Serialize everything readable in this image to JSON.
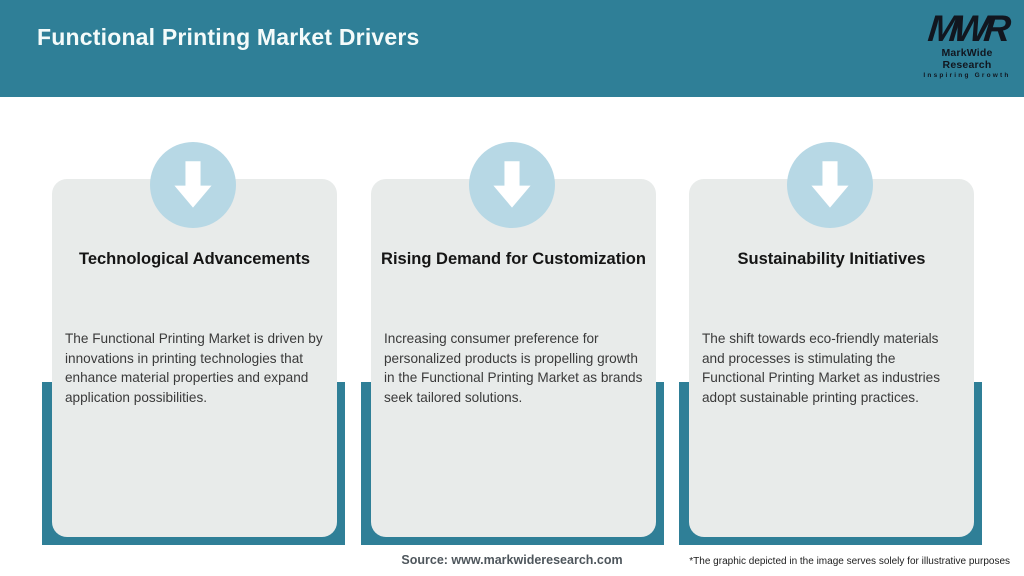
{
  "header": {
    "title": "Functional Printing Market Drivers",
    "logo": {
      "acronym": "MWR",
      "name": "MarkWide Research",
      "tagline": "Inspiring Growth"
    }
  },
  "cards": [
    {
      "icon": "arrow-down-icon",
      "title": "Technological Advancements",
      "body": "The Functional Printing Market is driven by innovations in printing technologies that enhance material properties and expand application possibilities."
    },
    {
      "icon": "arrow-down-icon",
      "title": "Rising Demand for Customization",
      "body": "Increasing consumer preference for personalized products is propelling growth in the Functional Printing Market as brands seek tailored solutions."
    },
    {
      "icon": "arrow-down-icon",
      "title": "Sustainability Initiatives",
      "body": "The shift towards eco-friendly materials and processes is stimulating the Functional Printing Market as industries adopt sustainable printing practices."
    }
  ],
  "footer": {
    "source": "Source: www.markwideresearch.com",
    "disclaimer": "*The graphic depicted in the image serves solely for illustrative purposes"
  },
  "colors": {
    "header_teal": "#2f7f97",
    "backing_teal": "#2f7f97",
    "circle_blue": "#b7d8e5",
    "card_bg": "#e8ebea",
    "title_text": "#151515",
    "body_text": "#3a3a3a",
    "header_text": "#f4fbfa",
    "logo_black": "#11161f",
    "source_text": "#4e565c"
  }
}
